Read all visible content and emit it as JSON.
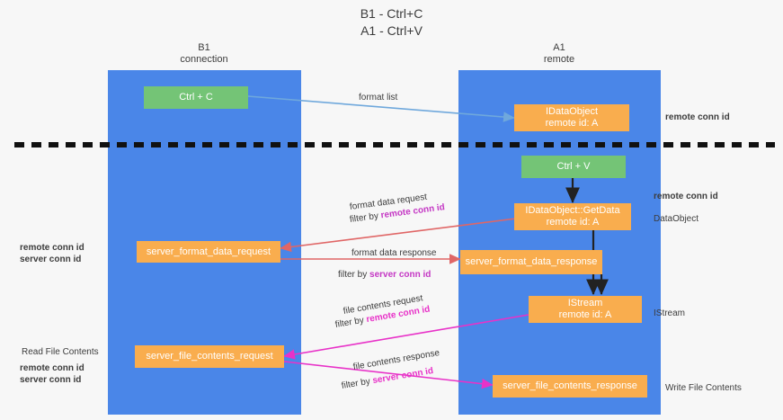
{
  "title": "B1 - Ctrl+C\nA1 - Ctrl+V",
  "lanes": [
    {
      "name": "b1",
      "title": "B1\nconnection"
    },
    {
      "name": "a1",
      "title": "A1\nremote"
    }
  ],
  "nodes": {
    "ctrl_c": {
      "line1": "Ctrl + C",
      "line2": ""
    },
    "idataobject": {
      "line1": "IDataObject",
      "line2": "remote id: A"
    },
    "ctrl_v": {
      "line1": "Ctrl + V",
      "line2": ""
    },
    "getdata": {
      "line1": "IDataObject::GetData",
      "line2": "remote id: A"
    },
    "server_format_data_request": {
      "line1": "server_format_data_request",
      "line2": ""
    },
    "server_format_data_response": {
      "line1": "server_format_data_response",
      "line2": ""
    },
    "istream": {
      "line1": "IStream",
      "line2": "remote id: A"
    },
    "server_file_contents_request": {
      "line1": "server_file_contents_request",
      "line2": ""
    },
    "server_file_contents_response": {
      "line1": "server_file_contents_response",
      "line2": ""
    }
  },
  "edge_labels": {
    "format_list": "format list",
    "format_data_request": "format data request",
    "format_data_request_filter_prefix": "filter by ",
    "format_data_request_filter_key": "remote conn id",
    "format_data_response": "format data response",
    "format_data_response_filter_prefix": "filter by ",
    "format_data_response_filter_key": "server conn id",
    "file_contents_request": "file contents request",
    "file_contents_request_filter_prefix": "filter by ",
    "file_contents_request_filter_key": "remote conn id",
    "file_contents_response": "file contents response",
    "file_contents_response_filter_prefix": "filter by ",
    "file_contents_response_filter_key": "server conn id"
  },
  "annotations_right": {
    "remote_conn_id_top": "remote conn id",
    "remote_conn_id_mid": "remote conn id",
    "dataobject": "DataObject",
    "istream": "IStream",
    "write_file_contents": "Write File Contents"
  },
  "annotations_left": {
    "mid_remote": "remote conn id",
    "mid_server": "server conn id",
    "read_file_contents": "Read File Contents",
    "bottom_remote": "remote conn id",
    "bottom_server": "server conn id"
  },
  "colors": {
    "lane": "#4a86e8",
    "green_box": "#74c476",
    "orange_box": "#f9ad4e",
    "purple": "#c437c4",
    "green_text": "#6aa84f",
    "magenta": "#e832c8",
    "divider": "#111111",
    "background": "#f7f7f7",
    "arrow_blue": "#6fa8dc",
    "arrow_red": "#e06666",
    "arrow_dark": "#222222"
  }
}
